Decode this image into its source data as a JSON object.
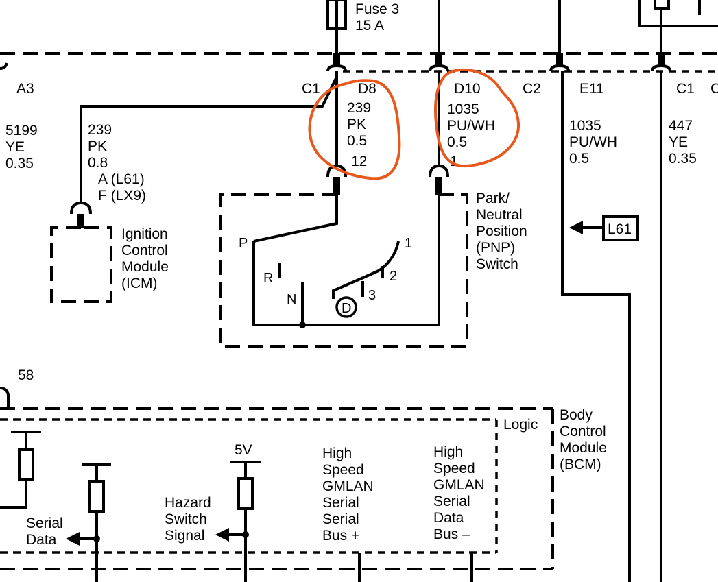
{
  "fuse": {
    "name": "Fuse 3",
    "rating": "15 A"
  },
  "connectors": {
    "a3": "A3",
    "c1_left": "C1",
    "d8": "D8",
    "d10": "D10",
    "c2": "C2",
    "e11": "E11",
    "c1_right": "C1",
    "c1_edge": "C",
    "p58": "58"
  },
  "wires": {
    "w5199": [
      "5199",
      "YE",
      "0.35"
    ],
    "w239_left": [
      "239",
      "PK",
      "0.8"
    ],
    "w239_center": [
      "239",
      "PK",
      "0.5"
    ],
    "w1035_center": [
      "1035",
      "PU/WH",
      "0.5"
    ],
    "w1035_right": [
      "1035",
      "PU/WH",
      "0.5"
    ],
    "w447": [
      "447",
      "YE",
      "0.35"
    ]
  },
  "variants": [
    "A (L61)",
    "F (LX9)"
  ],
  "pins": {
    "pnp_12": "12",
    "pnp_1": "1"
  },
  "icm": [
    "Ignition",
    "Control",
    "Module",
    "(ICM)"
  ],
  "pnp": [
    "Park/",
    "Neutral",
    "Position",
    "(PNP)",
    "Switch"
  ],
  "switch_positions": {
    "p": "P",
    "r": "R",
    "n": "N",
    "d": "D",
    "g1": "1",
    "g2": "2",
    "g3": "3"
  },
  "l61_tag": "L61",
  "bcm": [
    "Body",
    "Control",
    "Module",
    "(BCM)"
  ],
  "logic": "Logic",
  "v5": "5V",
  "serial_data": [
    "Serial",
    "Data"
  ],
  "hazard": [
    "Hazard",
    "Switch",
    "Signal"
  ],
  "hs_plus": [
    "High",
    "Speed",
    "GMLAN",
    "Serial",
    "Serial",
    "Bus +"
  ],
  "hs_minus": [
    "High",
    "Speed",
    "GMLAN",
    "Serial",
    "Data",
    "Bus –"
  ],
  "highlight_color": "#e8581c"
}
